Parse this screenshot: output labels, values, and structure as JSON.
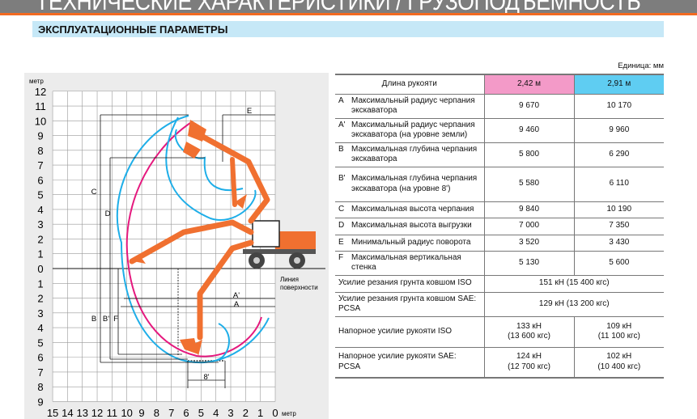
{
  "header": {
    "title": "ТЕХНИЧЕСКИЕ ХАРАКТЕРИСТИКИ / ГРУЗОПОДЪЕМНОСТЬ",
    "section": "ЭКСПЛУАТАЦИОННЫЕ ПАРАМЕТРЫ",
    "unit": "Единица: мм"
  },
  "colors": {
    "accent": "#f26a21",
    "pink": "#e5197e",
    "blue": "#1eaee8",
    "orange": "#f07030"
  },
  "diagram": {
    "y_unit": "метр",
    "x_unit": "метр",
    "ground_label_1": "Линия",
    "ground_label_2": "поверхности",
    "y_ticks_up": [
      "12",
      "11",
      "10",
      "9",
      "8",
      "7",
      "6",
      "5",
      "4",
      "3",
      "2",
      "1",
      "0"
    ],
    "y_ticks_down": [
      "1",
      "2",
      "3",
      "4",
      "5",
      "6",
      "7",
      "8",
      "9"
    ],
    "x_ticks": [
      "15",
      "14",
      "13",
      "12",
      "11",
      "10",
      "9",
      "8",
      "7",
      "6",
      "5",
      "4",
      "3",
      "2",
      "1",
      "0"
    ],
    "labels": {
      "A": "A",
      "A2": "A'",
      "B": "B",
      "B2": "B'",
      "C": "C",
      "D": "D",
      "E": "E",
      "F": "F",
      "level8": "8'"
    }
  },
  "table": {
    "header": {
      "label": "Длина рукояти",
      "col1": "2,42 м",
      "col2": "2,91 м"
    },
    "rows": [
      {
        "key": "A",
        "label": "Максимальный радиус черпания экскаватора",
        "v1": "9 670",
        "v2": "10 170"
      },
      {
        "key": "A'",
        "label": "Максимальный радиус черпания экскаватора (на уровне земли)",
        "v1": "9 460",
        "v2": "9 960"
      },
      {
        "key": "B",
        "label": "Максимальная глубина черпания экскаватора",
        "v1": "5 800",
        "v2": "6 290"
      },
      {
        "key": "B'",
        "label": "Максимальная глубина черпания экскаватора (на уровне 8')",
        "v1": "5 580",
        "v2": "6 110"
      },
      {
        "key": "C",
        "label": "Максимальная высота черпания",
        "v1": "9 840",
        "v2": "10 190"
      },
      {
        "key": "D",
        "label": "Максимальная высота выгрузки",
        "v1": "7 000",
        "v2": "7 350"
      },
      {
        "key": "E",
        "label": "Минимальный радиус поворота",
        "v1": "3 520",
        "v2": "3 430"
      },
      {
        "key": "F",
        "label": "Максимальная вертикальная стенка",
        "v1": "5 130",
        "v2": "5 600"
      }
    ],
    "forces": [
      {
        "label": "Усилие резания грунта ковшом ISO",
        "value": "151 кН (15 400 кгс)"
      },
      {
        "label": "Усилие резания грунта ковшом SAE: PCSA",
        "value": "129 кН (13 200 кгс)"
      }
    ],
    "arm_forces": [
      {
        "label": "Напорное усилие рукояти ISO",
        "v1a": "133 кН",
        "v1b": "(13 600 кгс)",
        "v2a": "109 кН",
        "v2b": "(11 100 кгс)"
      },
      {
        "label": "Напорное усилие рукояти SAE: PCSA",
        "v1a": "124 кН",
        "v1b": "(12 700 кгс)",
        "v2a": "102 кН",
        "v2b": "(10 400 кгс)"
      }
    ]
  }
}
